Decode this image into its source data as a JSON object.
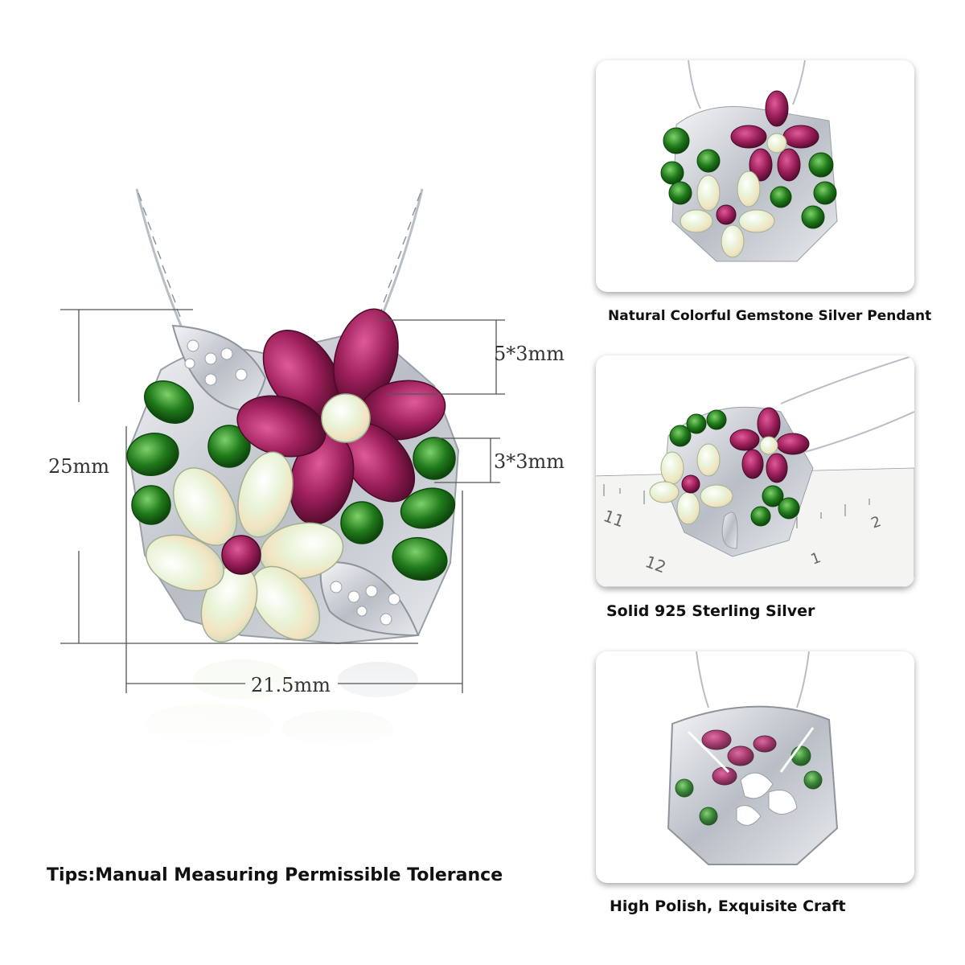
{
  "main": {
    "dimensions": {
      "height": "25mm",
      "width": "21.5mm",
      "petal_size": "5*3mm",
      "stone_size": "3*3mm"
    },
    "tips": "Tips:Manual Measuring Permissible Tolerance"
  },
  "cards": [
    {
      "caption": "Natural Colorful Gemstone Silver Pendant"
    },
    {
      "caption": "Solid 925 Sterling Silver",
      "ruler_labels": [
        "11",
        "12",
        "1",
        "2"
      ]
    },
    {
      "caption": "High Polish, Exquisite Craft"
    }
  ],
  "colors": {
    "garnet": "#9c1f5a",
    "diopside": "#1f7a1a",
    "opal": "#eaf2d8",
    "silver": "#c8ccd2",
    "guide_line": "#555555"
  }
}
